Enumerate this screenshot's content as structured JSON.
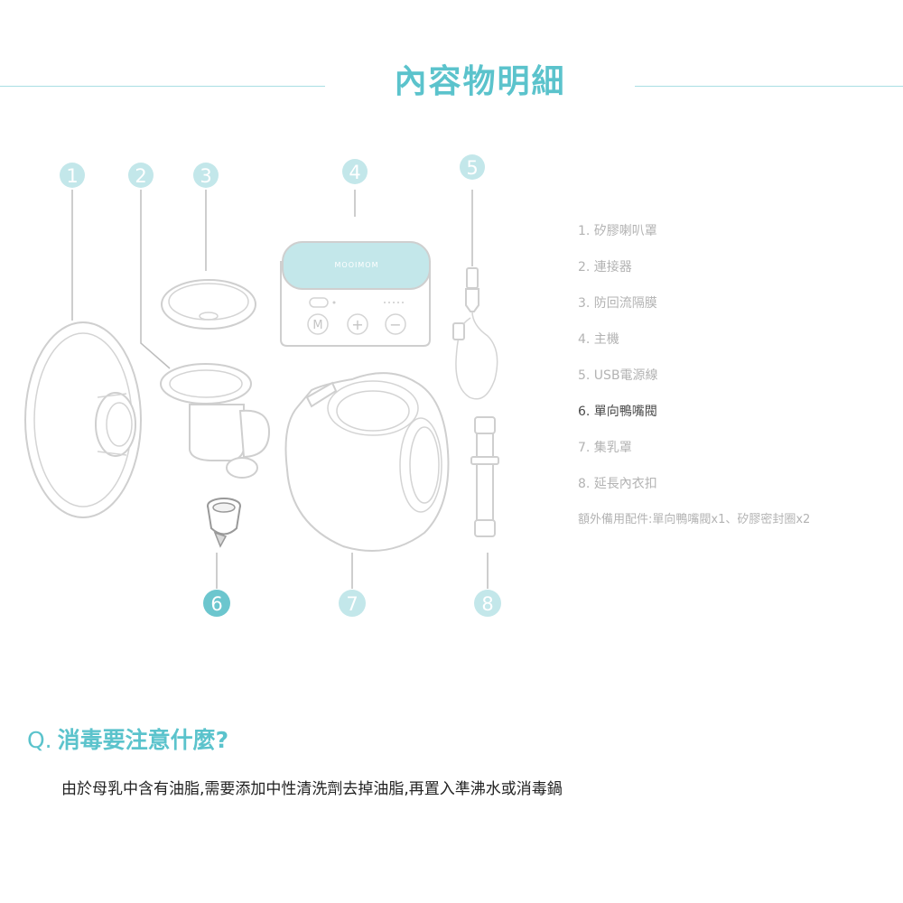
{
  "page": {
    "title": "內容物明細"
  },
  "illustration": {
    "brand_logo": "MOOIMOM",
    "power_button_icon": "power-icon",
    "mode_button_label": "M",
    "plus_button_label": "+",
    "minus_button_label": "−",
    "numbers": [
      "1",
      "2",
      "3",
      "4",
      "5",
      "6",
      "7",
      "8"
    ],
    "highlight_number": "6",
    "accent_color": "#5bc3cc",
    "badge_color": "#c3e7ea"
  },
  "parts": [
    {
      "label": "1. 矽膠喇叭罩",
      "active": false
    },
    {
      "label": "2. 連接器",
      "active": false
    },
    {
      "label": "3. 防回流隔膜",
      "active": false
    },
    {
      "label": "4. 主機",
      "active": false
    },
    {
      "label": "5. USB電源線",
      "active": false
    },
    {
      "label": "6. 單向鴨嘴閥",
      "active": true
    },
    {
      "label": "7. 集乳罩",
      "active": false
    },
    {
      "label": "8. 延長內衣扣",
      "active": false
    }
  ],
  "parts_note": "額外備用配件:單向鴨嘴閥x1、矽膠密封圈x2",
  "faq": {
    "q_prefix": "Q.",
    "question": "消毒要注意什麼?",
    "answer": "由於母乳中含有油脂,需要添加中性清洗劑去掉油脂,再置入準沸水或消毒鍋"
  }
}
